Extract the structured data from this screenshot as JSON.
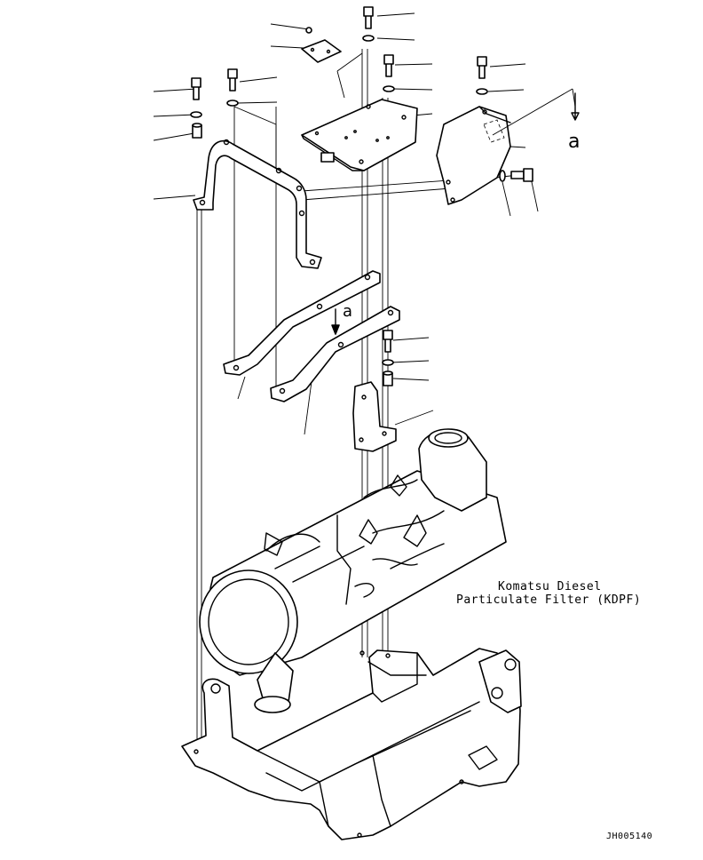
{
  "diagram": {
    "caption_line1": "Komatsu Diesel",
    "caption_line2": "Particulate Filter (KDPF)",
    "view_marker": "a",
    "drawing_code": "JH005140"
  }
}
